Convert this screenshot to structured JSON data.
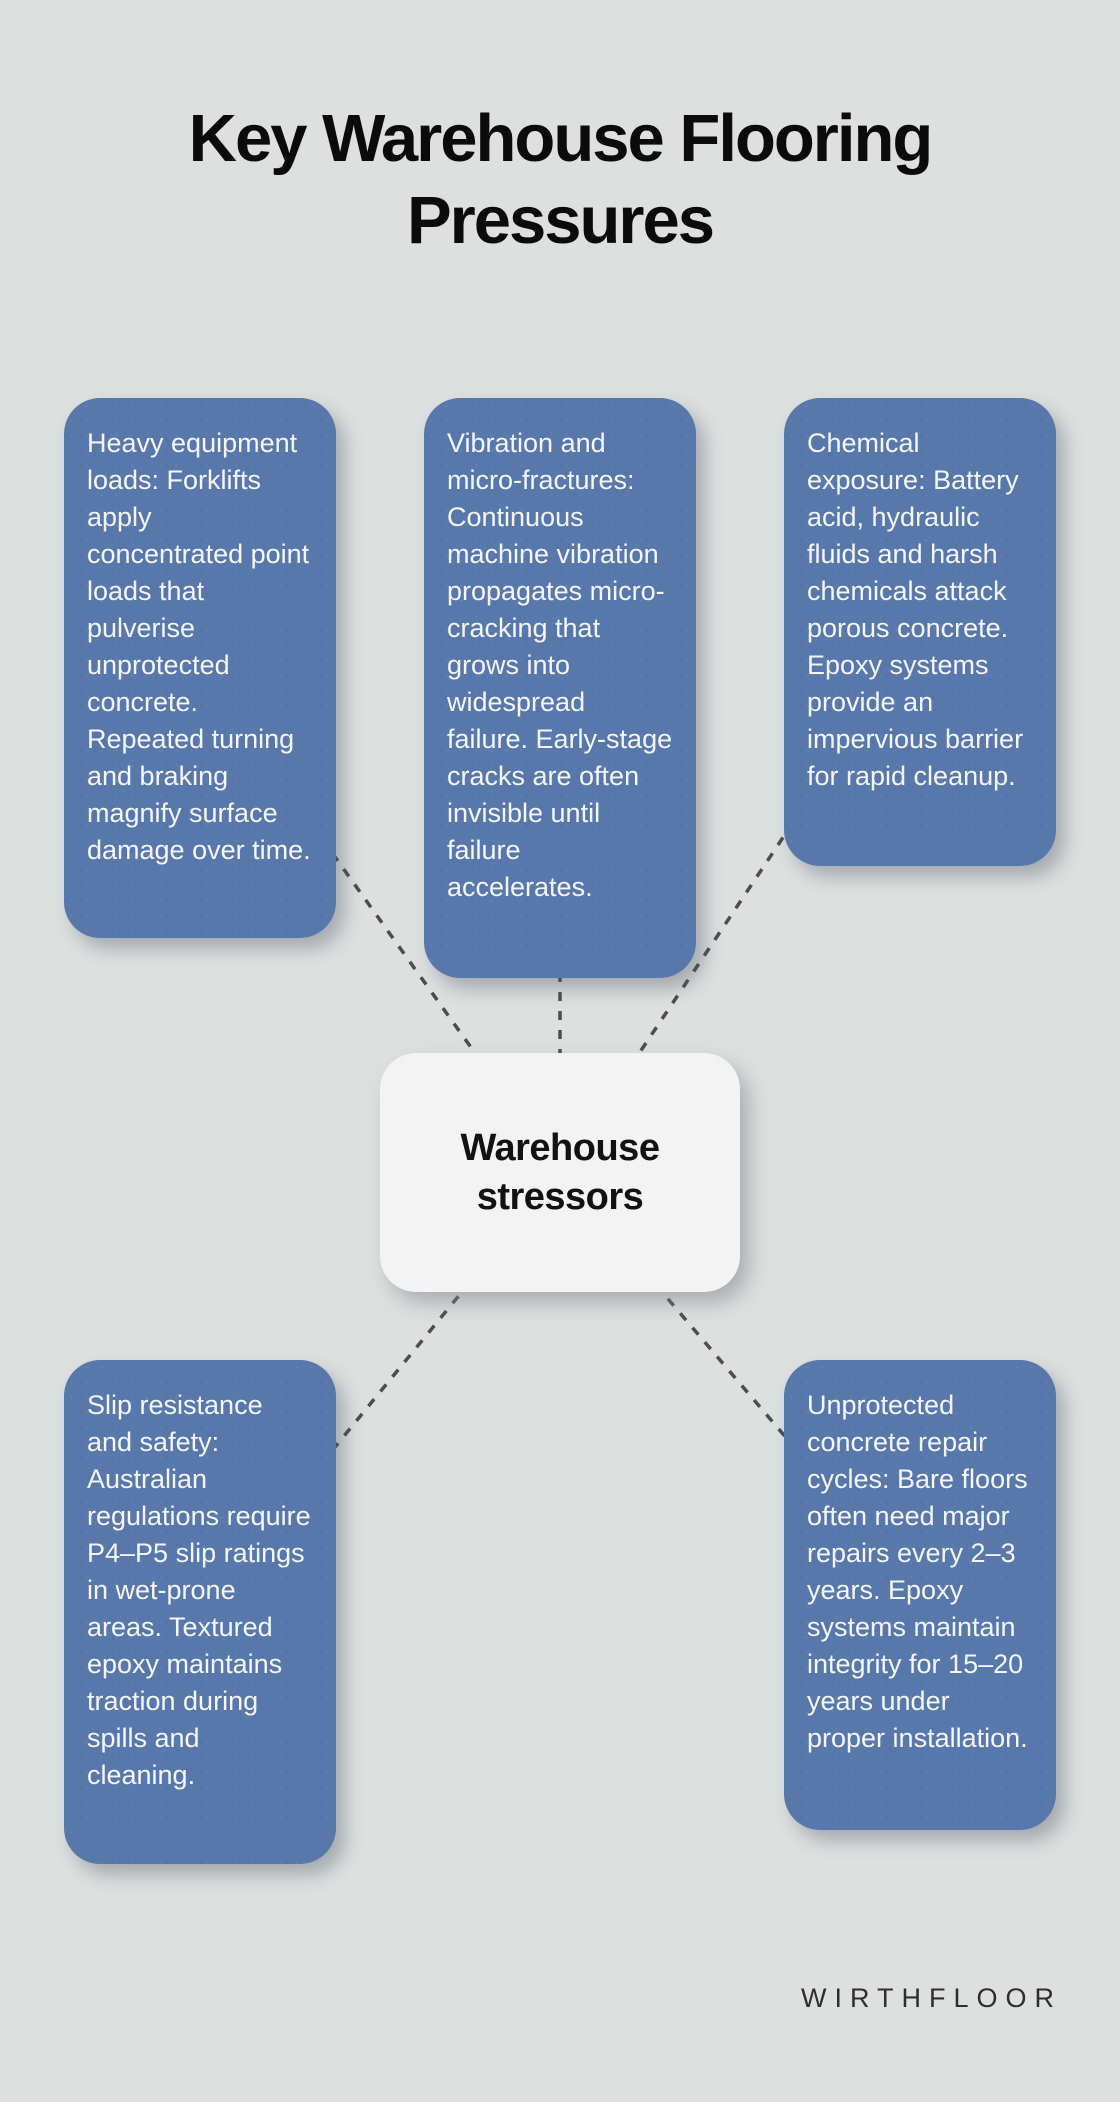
{
  "title": "Key Warehouse Flooring Pressures",
  "center": {
    "label": "Warehouse stressors"
  },
  "nodes": [
    {
      "id": "heavy-equipment-loads",
      "text": "Heavy equipment loads: Forklifts apply concentrated point loads that pulverise unprotected concrete. Repeated turning and braking magnify surface damage over time."
    },
    {
      "id": "vibration-micro-fractures",
      "text": "Vibration and micro-fractures: Continuous machine vibration propagates micro-cracking that grows into widespread failure. Early-stage cracks are often invisible until failure accelerates."
    },
    {
      "id": "chemical-exposure",
      "text": "Chemical exposure: Battery acid, hydraulic fluids and harsh chemicals attack porous concrete. Epoxy systems provide an impervious barrier for rapid cleanup."
    },
    {
      "id": "slip-resistance-safety",
      "text": "Slip resistance and safety: Australian regulations require P4–P5 slip ratings in wet-prone areas. Textured epoxy maintains traction during spills and cleaning."
    },
    {
      "id": "unprotected-concrete-repair-cycles",
      "text": "Unprotected concrete repair cycles: Bare floors often need major repairs every 2–3 years. Epoxy systems maintain integrity for 15–20 years under proper installation."
    }
  ],
  "brand": {
    "logo_text": "WIRTHFLOOR"
  },
  "colors": {
    "background": "#dde0df",
    "node_fill": "#5878ac",
    "node_text": "#f4f6f9",
    "center_fill": "#f2f3f2",
    "center_text": "#121212",
    "connector": "#4d4d4d",
    "title_text": "#0b0b0b",
    "logo_text": "#2e2e2e"
  }
}
